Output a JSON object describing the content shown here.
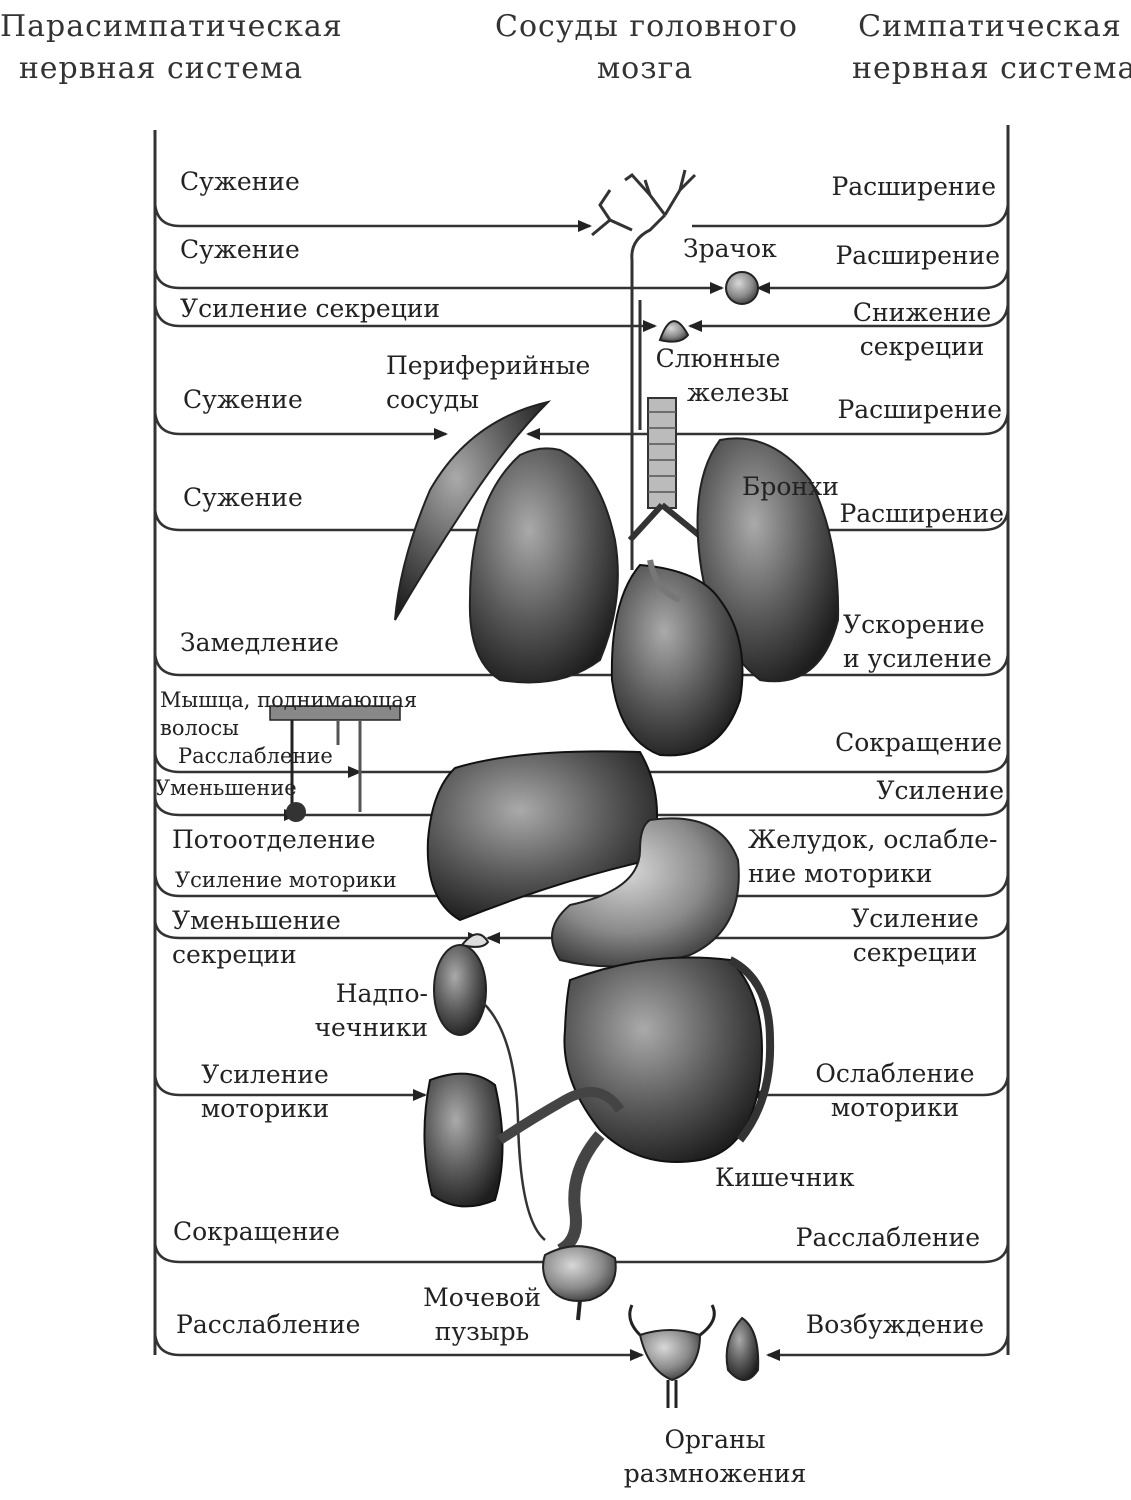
{
  "header": {
    "left": [
      "Парасимпатическая",
      "нервная система"
    ],
    "center": [
      "Сосуды головного",
      "мозга"
    ],
    "right": [
      "Симпатическая",
      "нервная система"
    ]
  },
  "rows": [
    {
      "parasympathetic": "Сужение",
      "sympathetic": "Расширение"
    },
    {
      "parasympathetic": "Сужение",
      "sympathetic": "Расширение"
    },
    {
      "parasympathetic": "Усиление секреции",
      "sympathetic": [
        "Снижение",
        "секреции"
      ]
    },
    {
      "parasympathetic": "Сужение",
      "sympathetic": "Расширение"
    },
    {
      "parasympathetic": "Сужение",
      "sympathetic": "Расширение"
    },
    {
      "parasympathetic": "Замедление",
      "sympathetic": [
        "Ускорение",
        "и усиление"
      ]
    },
    {
      "parasympathetic": [
        "Мышца, поднимающая",
        "волосы",
        "Расслабление"
      ],
      "sympathetic": "Сокращение"
    },
    {
      "parasympathetic": "Уменьшение",
      "sympathetic": "Усиление"
    },
    {
      "parasympathetic": [
        "Потоотделение",
        "Усиление моторики"
      ],
      "sympathetic": [
        "Желудок, ослабле-",
        "ние моторики"
      ]
    },
    {
      "parasympathetic": [
        "Уменьшение",
        "секреции"
      ],
      "sympathetic": [
        "Усиление",
        "секреции"
      ]
    },
    {
      "parasympathetic": [
        "Усиление",
        "моторики"
      ],
      "sympathetic": [
        "Ослабление",
        "моторики"
      ]
    },
    {
      "parasympathetic": "Сокращение",
      "sympathetic": "Расслабление"
    },
    {
      "parasympathetic": "Расслабление",
      "sympathetic": "Возбуждение"
    }
  ],
  "organs": {
    "pupil": "Зрачок",
    "salivary_glands": [
      "Слюнные",
      "железы"
    ],
    "peripheral_vessels": [
      "Периферийные",
      "сосуды"
    ],
    "bronchi": "Бронхи",
    "adrenal_glands": [
      "Надпо-",
      "чечники"
    ],
    "intestine": "Кишечник",
    "bladder": [
      "Мочевой",
      "пузырь"
    ],
    "reproductive_organs": [
      "Органы",
      "размножения"
    ]
  },
  "colors": {
    "ink": "#222222",
    "line": "#333333",
    "organ_fill": "#4a4a4a",
    "organ_light": "#9a9a9a"
  }
}
